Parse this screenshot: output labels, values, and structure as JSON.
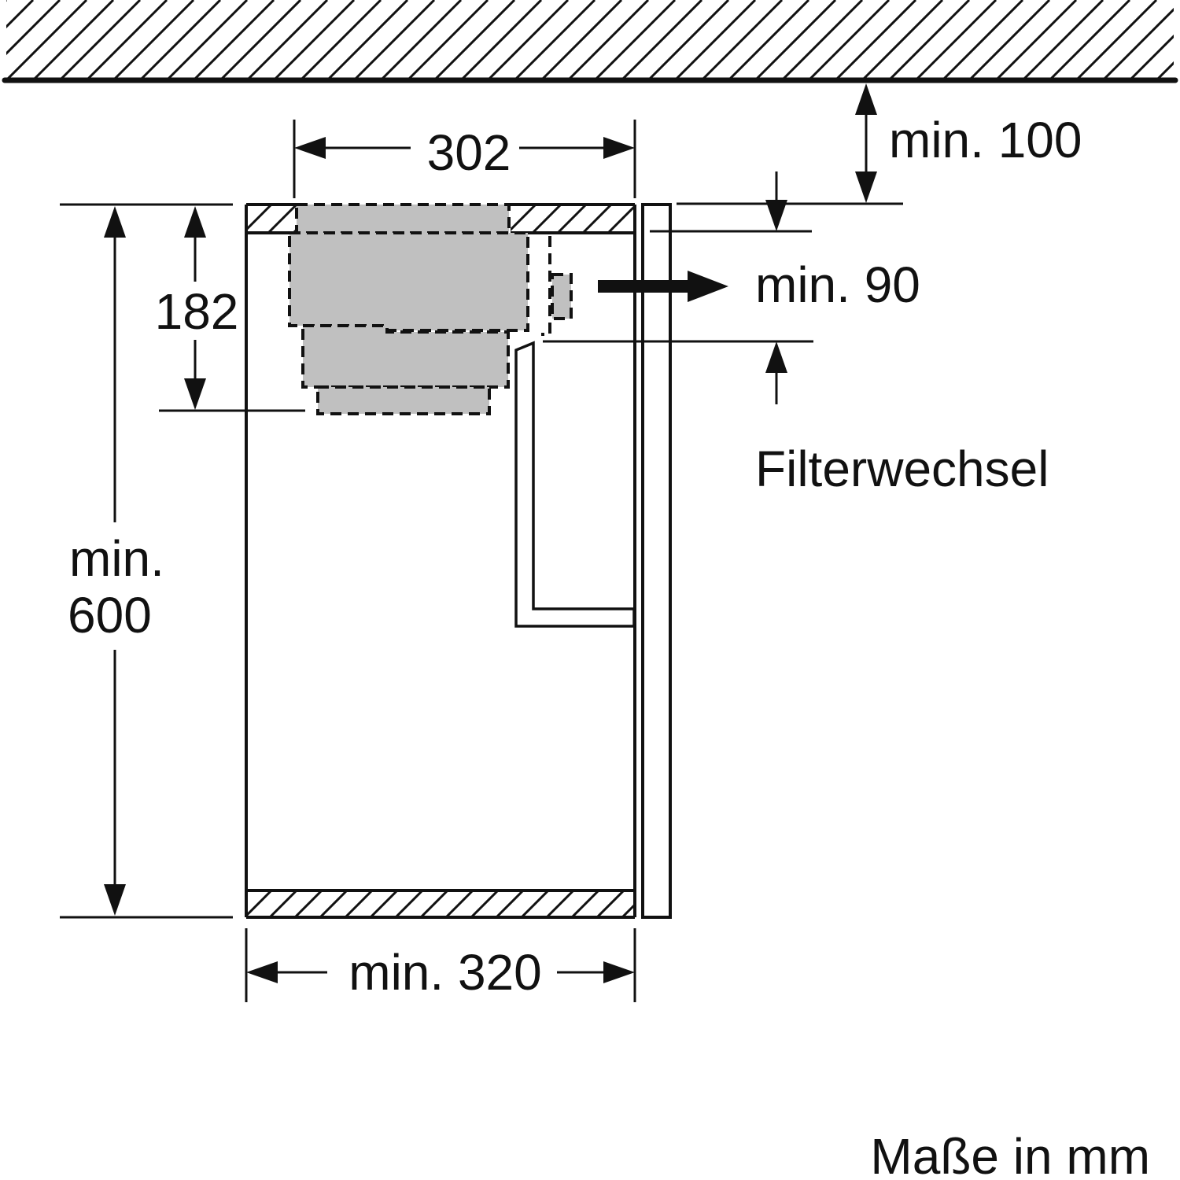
{
  "labels": {
    "width_top": "302",
    "ceiling_gap": "min. 100",
    "side_gap": "min. 90",
    "filter_change": "Filterwechsel",
    "unit_height": "182",
    "cabinet_height_line1": "min.",
    "cabinet_height_line2": "600",
    "cabinet_width": "min. 320",
    "units_note": "Maße in mm"
  },
  "colors": {
    "line": "#111111",
    "appliance_fill": "#c0c0c0",
    "background": "#ffffff"
  }
}
